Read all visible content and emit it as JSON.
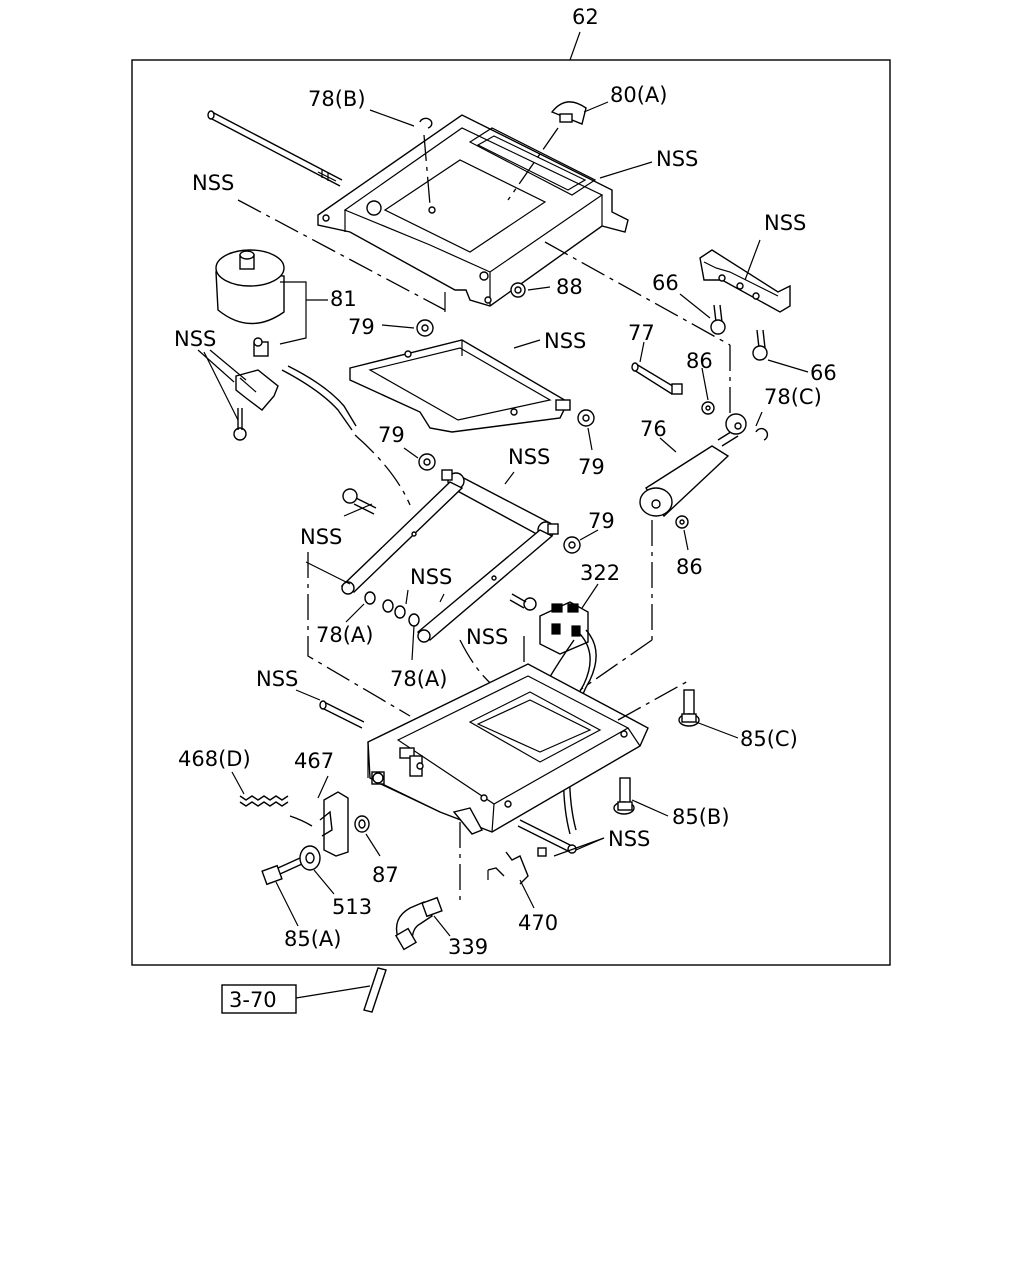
{
  "diagram": {
    "title_number": "62",
    "ref_box": "3-70",
    "labels": {
      "l78b": "78(B)",
      "l80a": "80(A)",
      "nss_top_right": "NSS",
      "nss_rod": "NSS",
      "nss_bracket_right": "NSS",
      "l81": "81",
      "l88": "88",
      "l66a": "66",
      "l66b": "66",
      "nss_left": "NSS",
      "l79a": "79",
      "nss_upper_frame": "NSS",
      "l77": "77",
      "l86a": "86",
      "l78c": "78(C)",
      "l76": "76",
      "l79b": "79",
      "l79c": "79",
      "nss_scissor": "NSS",
      "l79d": "79",
      "nss_bolt": "NSS",
      "l86b": "86",
      "l322": "322",
      "nss_arm": "NSS",
      "l78a1": "78(A)",
      "nss_mid": "NSS",
      "l78a2": "78(A)",
      "nss_pin": "NSS",
      "l85c": "85(C)",
      "l468d": "468(D)",
      "l467": "467",
      "l85b": "85(B)",
      "nss_bottom": "NSS",
      "l87": "87",
      "l513": "513",
      "l470": "470",
      "l85a": "85(A)",
      "l339": "339"
    }
  }
}
